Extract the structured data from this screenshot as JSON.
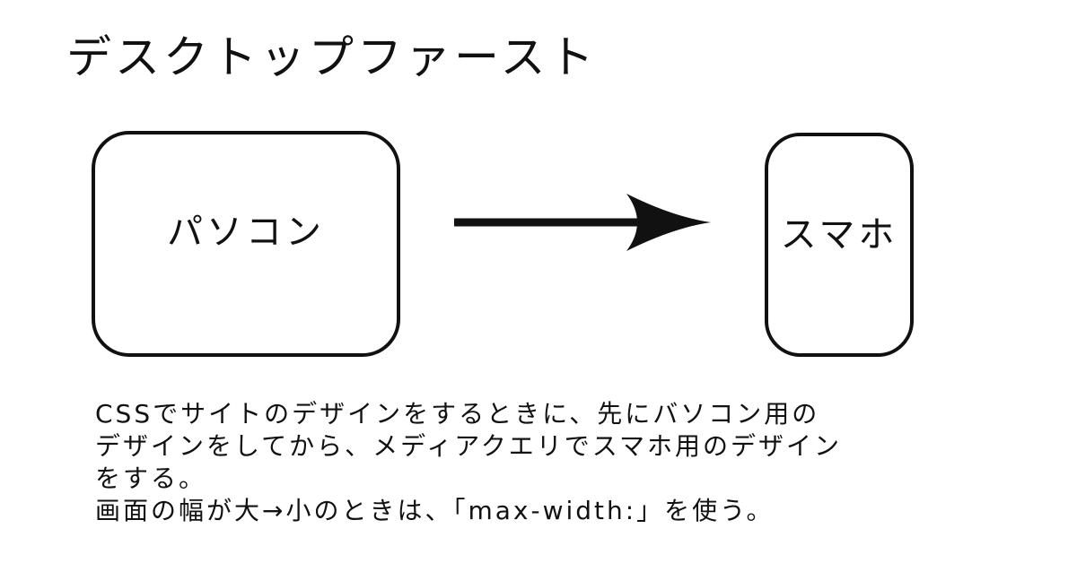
{
  "title": "デスクトップファースト",
  "diagram": {
    "from_box": {
      "label": "パソコン"
    },
    "to_box": {
      "label": "スマホ"
    }
  },
  "description": {
    "lines": [
      "CSSでサイトのデザインをするときに、先にバソコン用の",
      "デザインをしてから、メディアクエリでスマホ用のデザイン",
      "をする。",
      "画面の幅が大→小のときは、「max-width:」を使う。"
    ]
  },
  "colors": {
    "stroke": "#111111",
    "background": "#ffffff"
  }
}
